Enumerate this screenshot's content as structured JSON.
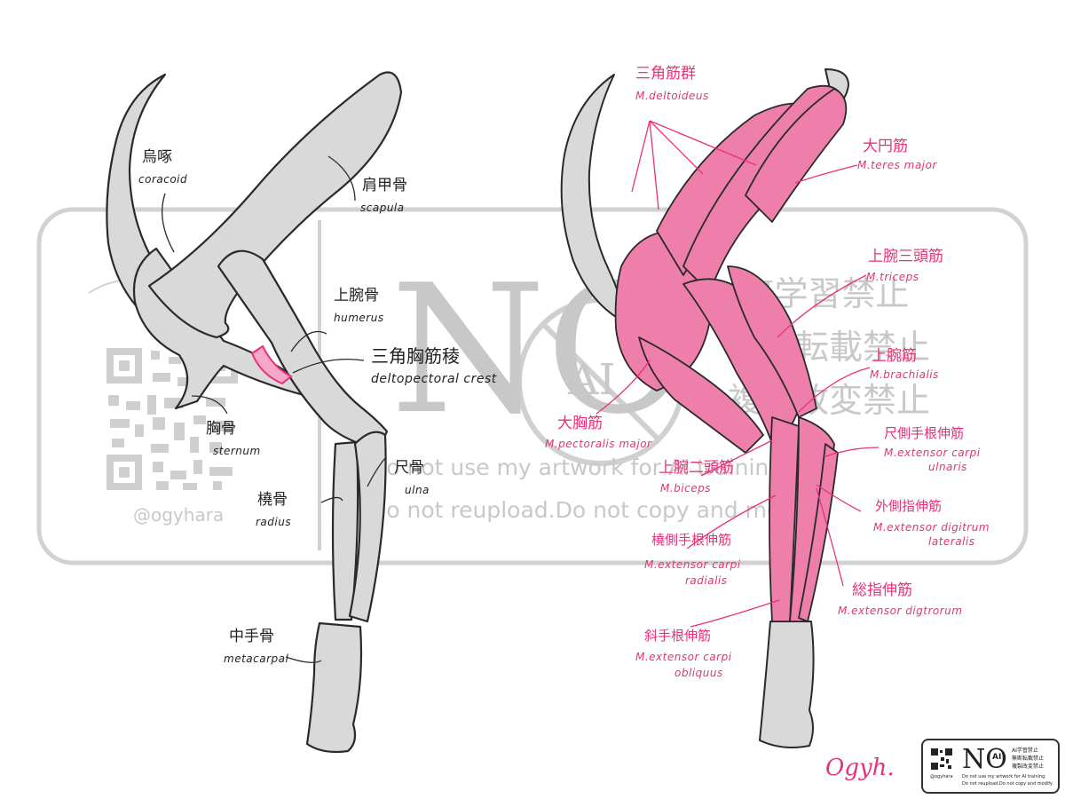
{
  "watermark": {
    "handle": "@ogyhara",
    "big_letters": "NO",
    "ai_badge": "AI",
    "jp_line1": "AI学習禁止",
    "jp_line2": "無断転載禁止",
    "jp_line3": "複製改変禁止",
    "en_line1": "Do not use my artwork for AI training.",
    "en_line2": "Do not reupload.Do not copy and modify."
  },
  "skeleton_labels": {
    "coracoid_jp": "烏啄",
    "coracoid_en": "coracoid",
    "scapula_jp": "肩甲骨",
    "scapula_en": "scapula",
    "humerus_jp": "上腕骨",
    "humerus_en": "humerus",
    "crest_jp": "三角胸筋稜",
    "crest_en": "deltopectoral crest",
    "sternum_jp": "胸骨",
    "sternum_en": "sternum",
    "ulna_jp": "尺骨",
    "ulna_en": "ulna",
    "radius_jp": "橈骨",
    "radius_en": "radius",
    "metacarpal_jp": "中手骨",
    "metacarpal_en": "metacarpal"
  },
  "muscle_labels": {
    "deltoideus_jp": "三角筋群",
    "deltoideus_en": "M.deltoideus",
    "teres_jp": "大円筋",
    "teres_en": "M.teres major",
    "triceps_jp": "上腕三頭筋",
    "triceps_en": "M.triceps",
    "brachialis_jp": "上腕筋",
    "brachialis_en": "M.brachialis",
    "pectoralis_jp": "大胸筋",
    "pectoralis_en": "M.pectoralis major",
    "ecu_jp": "尺側手根伸筋",
    "ecu_en1": "M.extensor carpi",
    "ecu_en2": "ulnaris",
    "biceps_jp": "上腕二頭筋",
    "biceps_en": "M.biceps",
    "edl_jp": "外側指伸筋",
    "edl_en1": "M.extensor digitrum",
    "edl_en2": "lateralis",
    "ecr_jp": "橈側手根伸筋",
    "ecr_en1": "M.extensor carpi",
    "ecr_en2": "radialis",
    "edc_jp": "総指伸筋",
    "edc_en": "M.extensor digtrorum",
    "eco_jp": "斜手根伸筋",
    "eco_en1": "M.extensor carpi",
    "eco_en2": "obliquus"
  },
  "badge": {
    "letters": "NO",
    "ai": "AI",
    "jp1": "AI学習禁止",
    "jp2": "無断転載禁止",
    "jp3": "複製改変禁止",
    "en1": "Do not use my artwork for AI training.",
    "en2": "Do not reupload.Do not copy and modify.",
    "handle": "@ogyhara"
  },
  "signature": "Ogyh.",
  "colors": {
    "bone_fill": "#d9d9d9",
    "outline": "#2a2a2a",
    "muscle": "#ee7fab",
    "muscle_dark": "#e0508c",
    "label_pink": "#e8317a",
    "watermark": "#c8c8c8"
  }
}
